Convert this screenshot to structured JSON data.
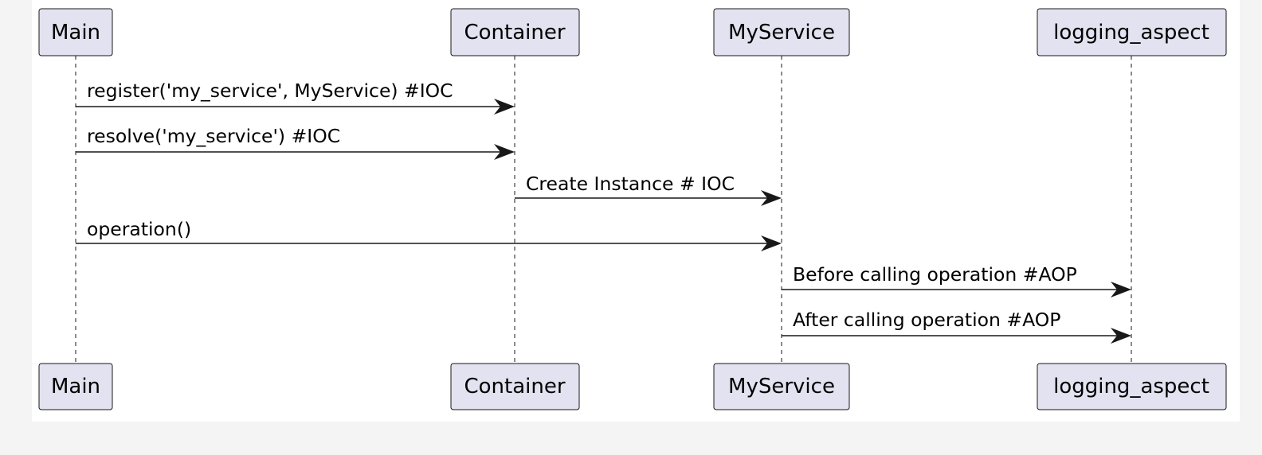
{
  "participants": [
    {
      "id": "main",
      "label": "Main"
    },
    {
      "id": "container",
      "label": "Container"
    },
    {
      "id": "myservice",
      "label": "MyService"
    },
    {
      "id": "logging_aspect",
      "label": "logging_aspect"
    }
  ],
  "messages": [
    {
      "from": "main",
      "to": "container",
      "label": "register('my_service', MyService) #IOC"
    },
    {
      "from": "main",
      "to": "container",
      "label": "resolve('my_service') #IOC"
    },
    {
      "from": "container",
      "to": "myservice",
      "label": "Create Instance # IOC"
    },
    {
      "from": "main",
      "to": "myservice",
      "label": "operation()"
    },
    {
      "from": "myservice",
      "to": "logging_aspect",
      "label": "Before calling operation #AOP"
    },
    {
      "from": "myservice",
      "to": "logging_aspect",
      "label": "After calling operation #AOP"
    }
  ],
  "colors": {
    "background": "#f4f4f4",
    "canvas": "#ffffff",
    "participant_fill": "#e2e2f0",
    "line": "#181818"
  }
}
